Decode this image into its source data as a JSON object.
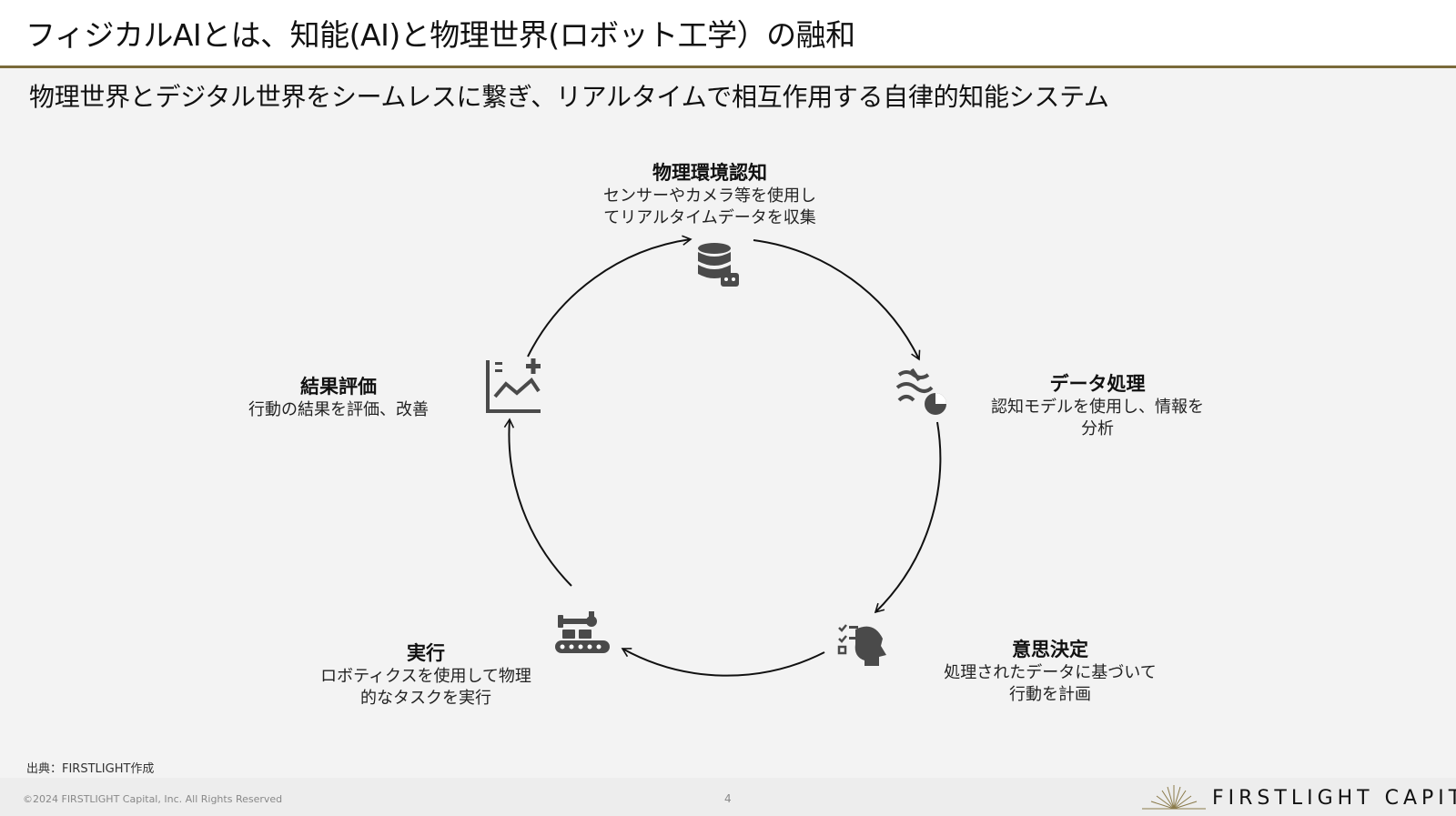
{
  "title": "フィジカルAIとは、知能(AI)と物理世界(ロボット工学）の融和",
  "subtitle": "物理世界とデジタル世界をシームレスに繋ぎ、リアルタイムで相互作用する自律的知能システム",
  "cycle": {
    "perception": {
      "title": "物理環境認知",
      "line1": "センサーやカメラ等を使用し",
      "line2": "てリアルタイムデータを収集",
      "icon": "database-robot-icon"
    },
    "processing": {
      "title": "データ処理",
      "line1": "認知モデルを使用し、情報を",
      "line2": "分析",
      "icon": "data-analysis-icon"
    },
    "decision": {
      "title": "意思決定",
      "line1": "処理されたデータに基づいて",
      "line2": "行動を計画",
      "icon": "head-checklist-icon"
    },
    "execution": {
      "title": "実行",
      "line1": "ロボティクスを使用して物理",
      "line2": "的なタスクを実行",
      "icon": "robot-arm-conveyor-icon"
    },
    "evaluation": {
      "title": "結果評価",
      "line1": "行動の結果を評価、改善",
      "line2": "",
      "icon": "chart-plus-icon"
    }
  },
  "source": "出典：FIRSTLIGHT作成",
  "footer": {
    "copyright": "©2024 FIRSTLIGHT Capital, Inc. All Rights Reserved",
    "page": "4",
    "brand": "FIRSTLIGHT CAPITAL"
  },
  "colors": {
    "accent_line": "#7a6a3a",
    "icon": "#4a4a4a",
    "background": "#f3f3f3"
  }
}
